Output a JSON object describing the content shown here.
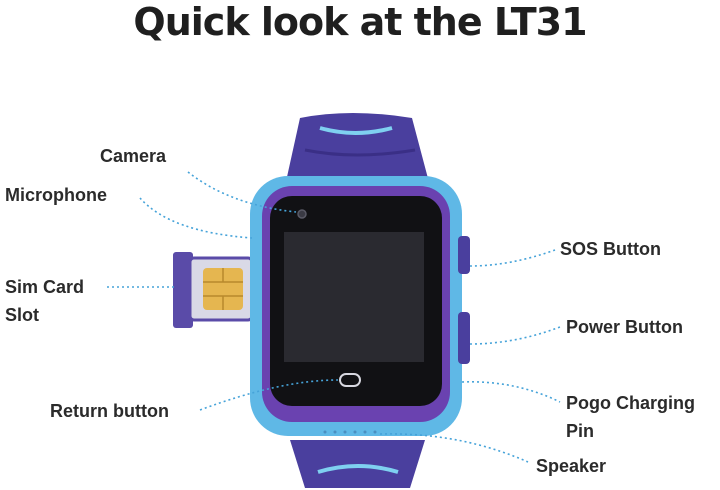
{
  "title": "Quick look at the LT31",
  "labels": {
    "camera": "Camera",
    "microphone": "Microphone",
    "sim_card_line1": "Sim Card",
    "sim_card_line2": "Slot",
    "return_button": "Return button",
    "sos_button": "SOS Button",
    "power_button": "Power Button",
    "pogo_line1": "Pogo Charging",
    "pogo_line2": "Pin",
    "speaker": "Speaker"
  },
  "colors": {
    "strap": "#4a3f9e",
    "strap_dark": "#3a2f86",
    "case": "#5fb8e6",
    "bezel": "#6a42b0",
    "screen": "#1d1d22",
    "leader": "#46a3d9",
    "sim_tray": "#5a4ba8",
    "sim_chip": "#e5b650"
  },
  "icons": {
    "return": "return-icon",
    "camera": "camera-lens-icon"
  }
}
